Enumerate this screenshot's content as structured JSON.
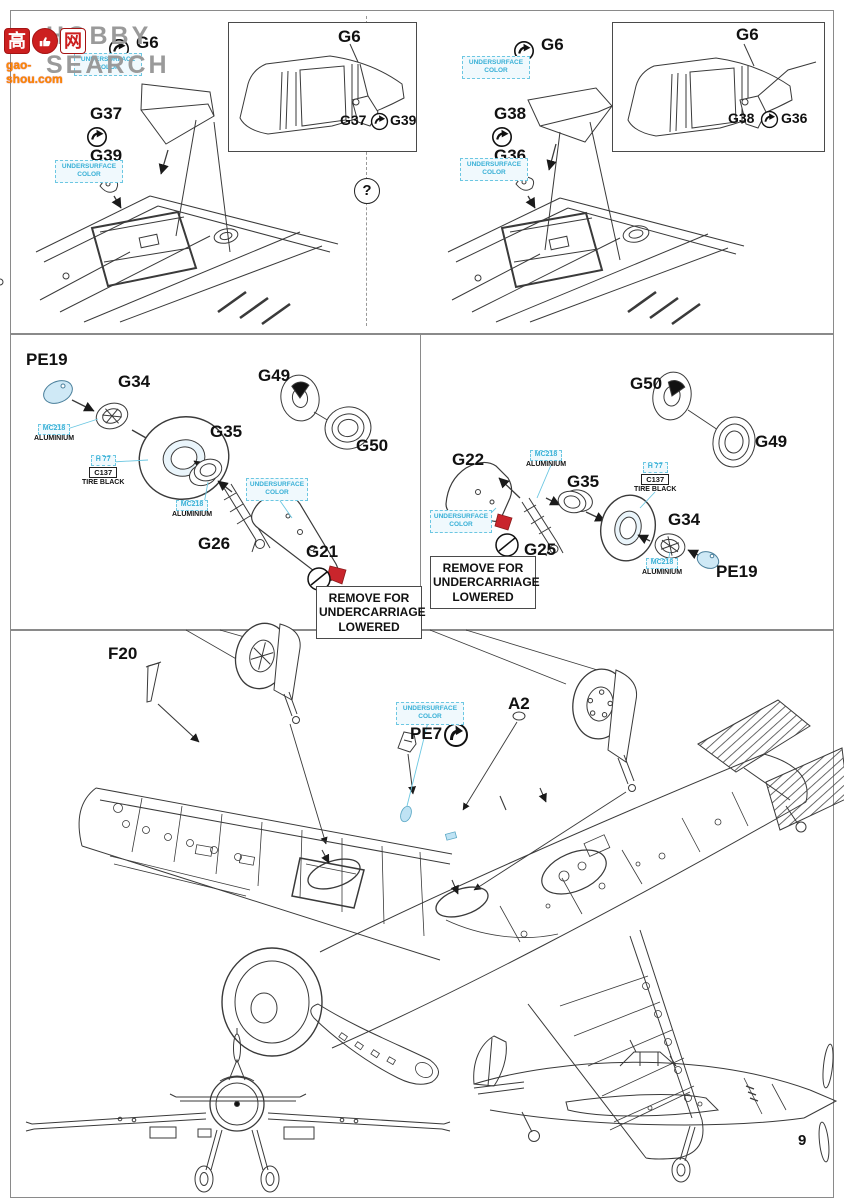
{
  "page": {
    "number": "9"
  },
  "watermark": {
    "overlay": "HOBBY SEARCH",
    "logo_char_1": "高",
    "logo_char_2": "网",
    "site": "gao-shou.com"
  },
  "paint": {
    "undersurface": "UNDERSURFACE COLOR",
    "mc218": "MC218",
    "aluminium": "ALUMINIUM",
    "h77": "H 77",
    "c137": "C137",
    "tire_black": "TIRE BLACK"
  },
  "notes": {
    "remove_for": "REMOVE FOR UNDERCARRIAGE LOWERED",
    "optional": "?"
  },
  "parts": {
    "g6": "G6",
    "g21": "G21",
    "g22": "G22",
    "g25": "G25",
    "g26": "G26",
    "g34": "G34",
    "g35": "G35",
    "g36": "G36",
    "g37": "G37",
    "g38": "G38",
    "g39": "G39",
    "g49": "G49",
    "g50": "G50",
    "pe7": "PE7",
    "pe19": "PE19",
    "f20": "F20",
    "a2": "A2"
  },
  "colors": {
    "accent_cyan": "#38b0d6",
    "part_blue_fill": "#cfe9f6",
    "remove_red": "#c9252c",
    "watermark_red": "#cc1f1f",
    "watermark_orange": "#ff8a00",
    "line": "#3a3a3a"
  }
}
